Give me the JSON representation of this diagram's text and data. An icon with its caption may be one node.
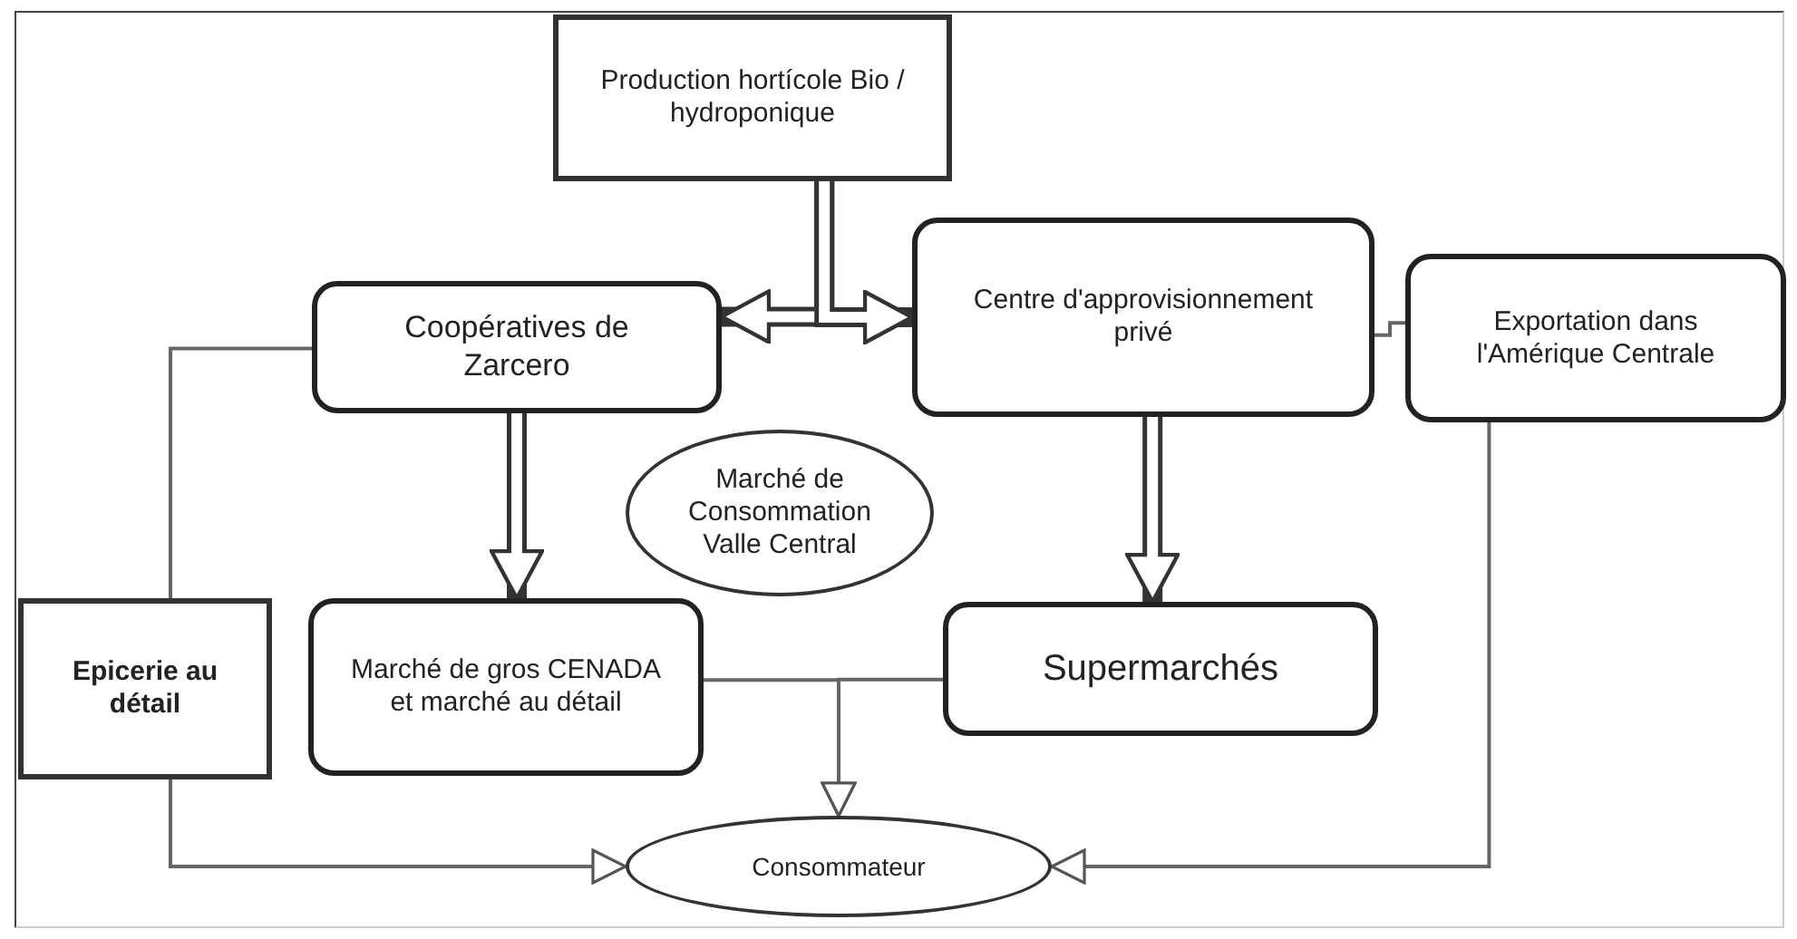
{
  "diagram": {
    "nodes": [
      {
        "text": [
          "Production hortícole Bio / hydroponique"
        ]
      },
      {
        "text": [
          "Coopératives de Zarcero"
        ]
      },
      {
        "text": [
          "Centre d'approvisionnement privé"
        ]
      },
      {
        "text": [
          "Exportation dans l'Amérique Centrale"
        ]
      },
      {
        "text": [
          "Marché de Consommation Valle Central"
        ]
      },
      {
        "text": [
          "Epicerie au détail"
        ]
      },
      {
        "text": [
          "Marché de gros CENADA et marché au détail"
        ]
      },
      {
        "text": [
          "Supermarchés"
        ]
      },
      {
        "text": [
          "Consommateur"
        ]
      }
    ],
    "edges": [
      {
        "from": 0,
        "to": 1,
        "arrow": "to",
        "style": "thick"
      },
      {
        "from": 0,
        "to": 2,
        "arrow": "to",
        "style": "thick"
      },
      {
        "from": 1,
        "to": 6,
        "arrow": "to",
        "style": "thick"
      },
      {
        "from": 2,
        "to": 7,
        "arrow": "to",
        "style": "thick"
      },
      {
        "from": 2,
        "to": 3,
        "arrow": "none"
      },
      {
        "from": 1,
        "to": 5,
        "arrow": "none"
      },
      {
        "from": 5,
        "to": 8,
        "arrow": "to"
      },
      {
        "from": 6,
        "to": 8,
        "arrow": "to"
      },
      {
        "from": 7,
        "to": 8,
        "arrow": "to"
      },
      {
        "from": 3,
        "to": 8,
        "arrow": "to"
      }
    ]
  }
}
